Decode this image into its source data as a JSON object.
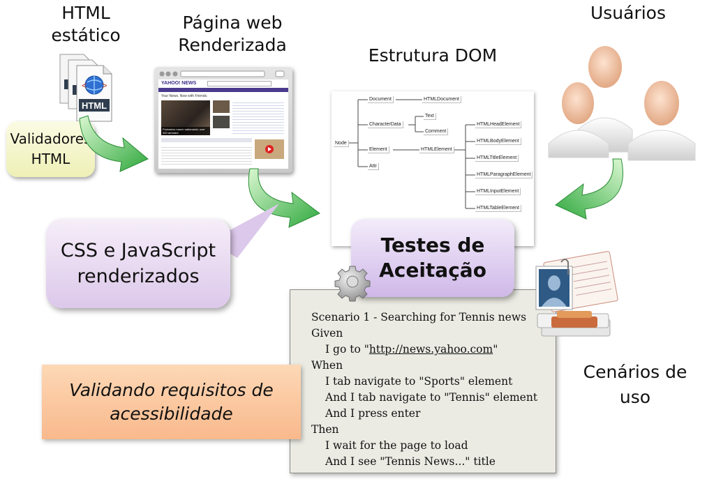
{
  "labels": {
    "html_estatico": [
      "HTML",
      "estático"
    ],
    "pagina_web": [
      "Página web",
      "Renderizada"
    ],
    "estrutura_dom": "Estrutura DOM",
    "usuarios": "Usuários",
    "cenarios": [
      "Cenários de",
      "uso"
    ]
  },
  "callouts": {
    "validadores": [
      "Validadores",
      "HTML"
    ],
    "css_js": [
      "CSS e JavaScript",
      "renderizados"
    ],
    "testes": [
      "Testes de",
      "Aceitação"
    ],
    "validando": [
      "Validando requisitos de",
      "acessibilidade"
    ]
  },
  "file_icon": {
    "text": "HTML"
  },
  "dom_tree": {
    "nodes": {
      "node": "Node",
      "document": "Document",
      "htmldocument": "HTMLDocument",
      "characterdata": "CharacterData",
      "text": "Text",
      "comment": "Comment",
      "element": "Element",
      "htmlelement": "HTMLElement",
      "attr": "Attr",
      "htmlhead": "HTMLHeadElement",
      "htmlbody": "HTMLBodyElement",
      "htmltitle": "HTMLTitleElement",
      "htmlparagraph": "HTMLParagraphElement",
      "htmlinput": "HTMLInputElement",
      "htmltable": "HTMLTableElement"
    }
  },
  "browser": {
    "site_logo": "YAHOO! NEWS",
    "headline": "Your News. Now with Friends.",
    "caption": "Protesters march nationwide; over 300 arrested"
  },
  "scenario": {
    "title": "Scenario 1 - Searching for Tennis news",
    "given": "Given",
    "step1_prefix": "I go to \"",
    "step1_url": "http://news.yahoo.com",
    "step1_suffix": "\"",
    "when": "When",
    "step2": "I tab navigate to \"Sports\" element",
    "step3": "And I tab navigate to \"Tennis\" element",
    "step4": "And I press enter",
    "then": "Then",
    "step5": "I wait for the page to load",
    "step6": "And I see \"Tennis News...\" title"
  },
  "colors": {
    "arrow_green": "#3cb44a",
    "validadores_bg": "#eef0b6",
    "css_bg": "#dcc8ea",
    "testes_bg": "#cfb8e8",
    "validando_bg": "#f9b98c",
    "scenario_bg": "#ebebe4"
  }
}
